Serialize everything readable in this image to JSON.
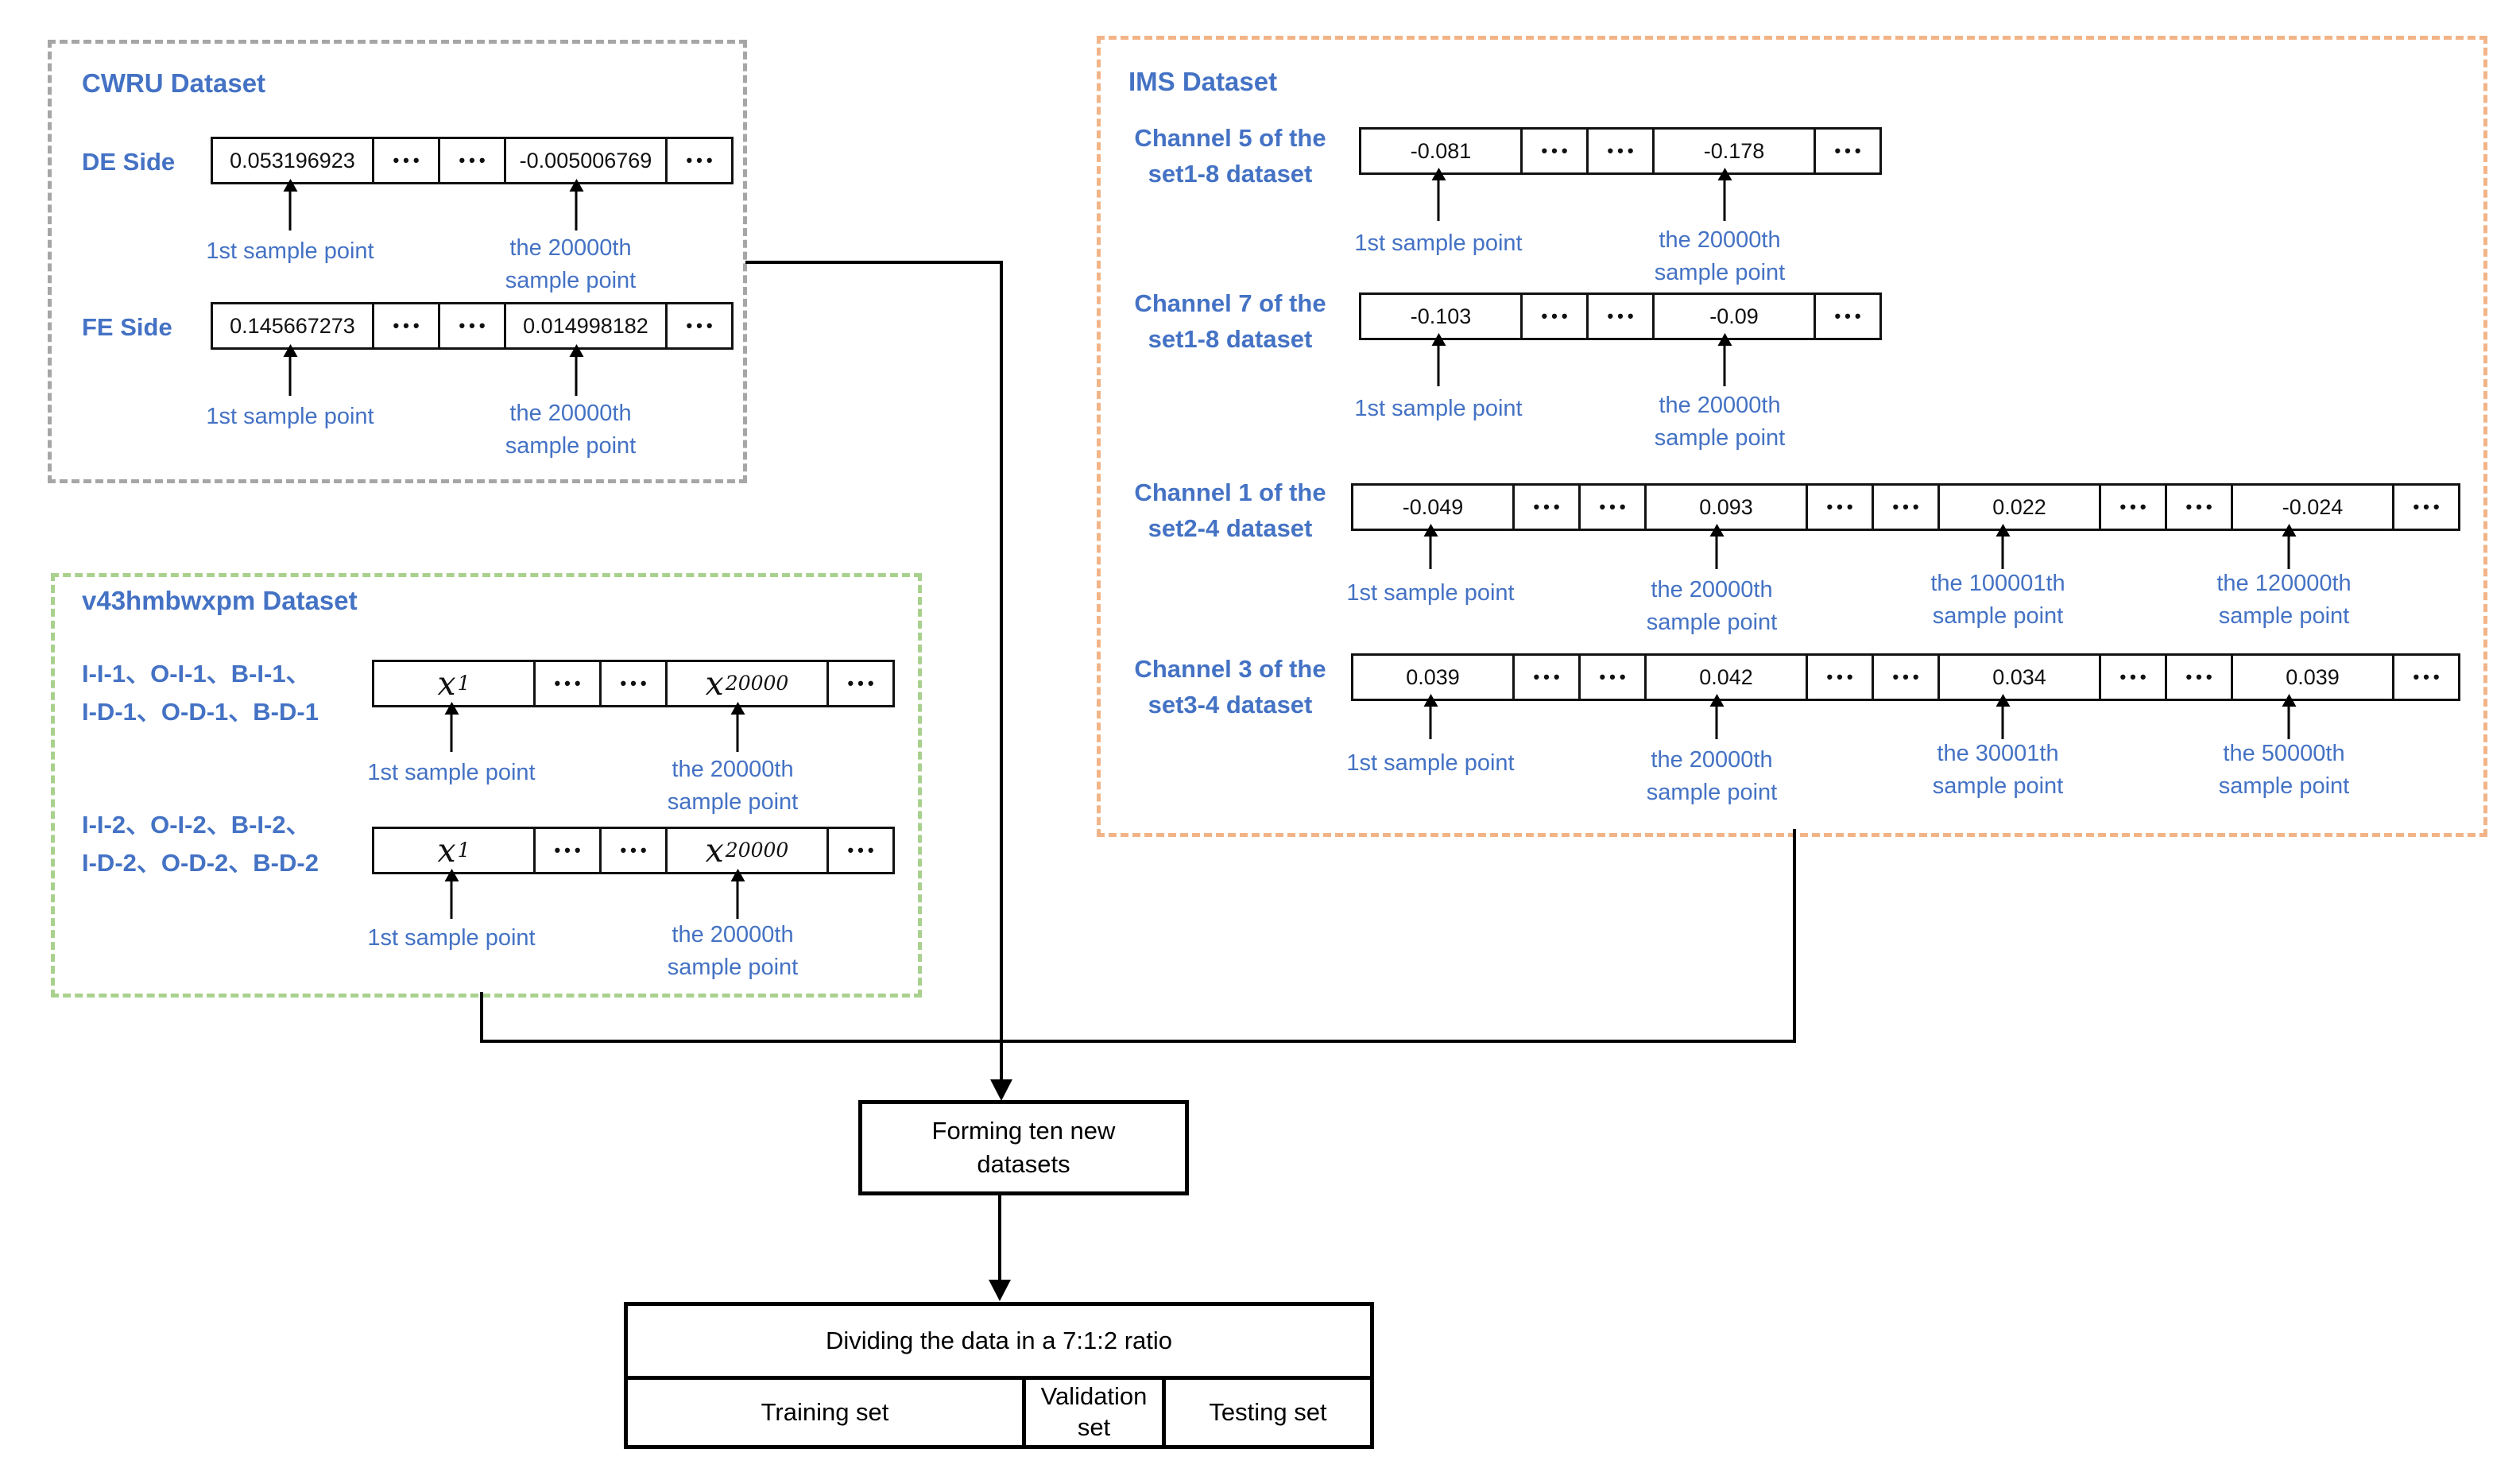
{
  "diagram": {
    "cwru": {
      "title": "CWRU Dataset",
      "rows": [
        {
          "side": "DE Side",
          "cells": [
            "0.053196923",
            "•••",
            "•••",
            "-0.005006769",
            "•••"
          ],
          "ann": [
            "1st sample point",
            "the 20000th\nsample point"
          ]
        },
        {
          "side": "FE Side",
          "cells": [
            "0.145667273",
            "•••",
            "•••",
            "0.014998182",
            "•••"
          ],
          "ann": [
            "1st sample point",
            "the 20000th\nsample point"
          ]
        }
      ]
    },
    "v43": {
      "title": "v43hmbwxpm Dataset",
      "math": {
        "base": "x",
        "sub_first": "1",
        "sub_last": "20000"
      },
      "dots": "•••",
      "groups": [
        {
          "label": "I-I-1、O-I-1、B-I-1、\nI-D-1、O-D-1、B-D-1",
          "ann": [
            "1st sample point",
            "the 20000th\nsample point"
          ]
        },
        {
          "label": "I-I-2、O-I-2、B-I-2、\nI-D-2、O-D-2、B-D-2",
          "ann": [
            "1st sample point",
            "the 20000th\nsample point"
          ]
        }
      ]
    },
    "ims": {
      "title": "IMS Dataset",
      "rows": [
        {
          "label": "Channel 5 of the\nset1-8 dataset",
          "cells": [
            "-0.081",
            "•••",
            "•••",
            "-0.178",
            "•••"
          ],
          "ann": [
            "1st sample point",
            "the 20000th\nsample point"
          ]
        },
        {
          "label": "Channel 7 of the\nset1-8 dataset",
          "cells": [
            "-0.103",
            "•••",
            "•••",
            "-0.09",
            "•••"
          ],
          "ann": [
            "1st sample point",
            "the 20000th\nsample point"
          ]
        },
        {
          "label": "Channel 1 of the\nset2-4 dataset",
          "cells": [
            "-0.049",
            "•••",
            "•••",
            "0.093",
            "•••",
            "•••",
            "0.022",
            "•••",
            "•••",
            "-0.024",
            "•••"
          ],
          "ann": [
            "1st sample point",
            "the 20000th\nsample point",
            "the 100001th\nsample point",
            "the 120000th\nsample point"
          ]
        },
        {
          "label": "Channel 3 of the\nset3-4 dataset",
          "cells": [
            "0.039",
            "•••",
            "•••",
            "0.042",
            "•••",
            "•••",
            "0.034",
            "•••",
            "•••",
            "0.039",
            "•••"
          ],
          "ann": [
            "1st sample point",
            "the 20000th\nsample point",
            "the 30001th\nsample point",
            "the 50000th\nsample point"
          ]
        }
      ]
    },
    "flow": {
      "forming": "Forming ten new datasets",
      "dividing": "Dividing the data in a 7:1:2 ratio",
      "training": "Training set",
      "validation": "Validation set",
      "testing": "Testing set"
    },
    "colors": {
      "accent_blue": "#4472C4",
      "cwru_border": "#A6A6A6",
      "v43_border": "#A9D18E",
      "ims_border": "#F2B487",
      "line": "#000000"
    }
  }
}
